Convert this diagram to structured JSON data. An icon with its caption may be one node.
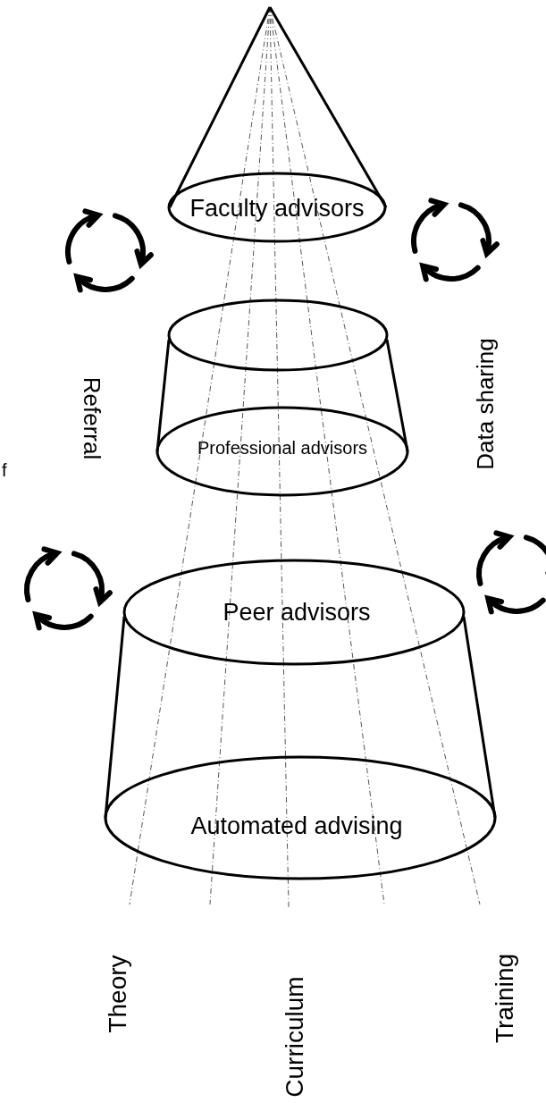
{
  "diagram": {
    "nodes": [
      {
        "text": [
          "Faculty advisors"
        ]
      },
      {
        "text": [
          "Professional advisors"
        ]
      },
      {
        "text": [
          "Peer advisors",
          "Automated advising"
        ]
      }
    ],
    "labels": [
      "Referral",
      "Data sharing",
      "f",
      "Theory",
      "Curriculum",
      "Training"
    ]
  }
}
